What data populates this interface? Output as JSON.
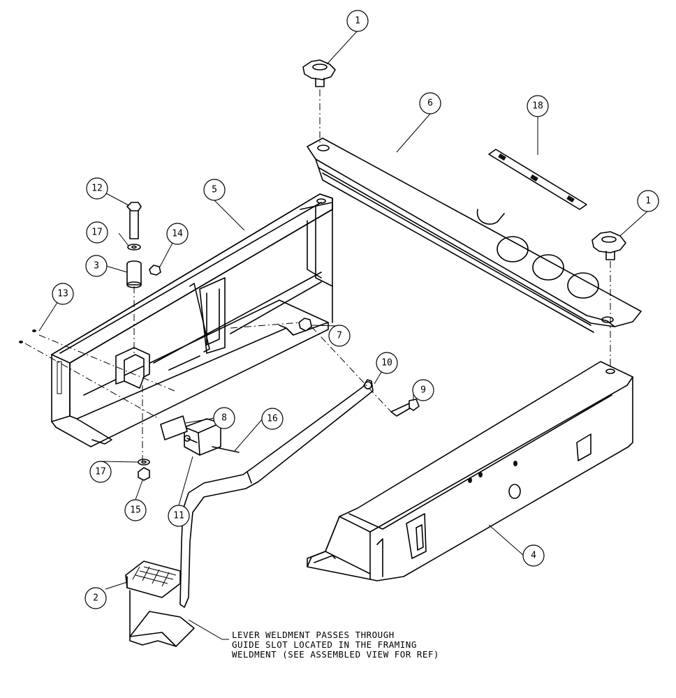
{
  "callouts": {
    "c1a": "1",
    "c1b": "1",
    "c2": "2",
    "c3": "3",
    "c4": "4",
    "c5": "5",
    "c6": "6",
    "c7": "7",
    "c8": "8",
    "c9": "9",
    "c10": "10",
    "c11": "11",
    "c12": "12",
    "c13": "13",
    "c14": "14",
    "c15": "15",
    "c16": "16",
    "c17a": "17",
    "c17b": "17",
    "c18": "18"
  },
  "note": {
    "line1": "LEVER WELDMENT PASSES THROUGH",
    "line2": "GUIDE SLOT LOCATED IN THE FRAMING",
    "line3": "WELDMENT (SEE ASSEMBLED VIEW FOR REF)"
  }
}
